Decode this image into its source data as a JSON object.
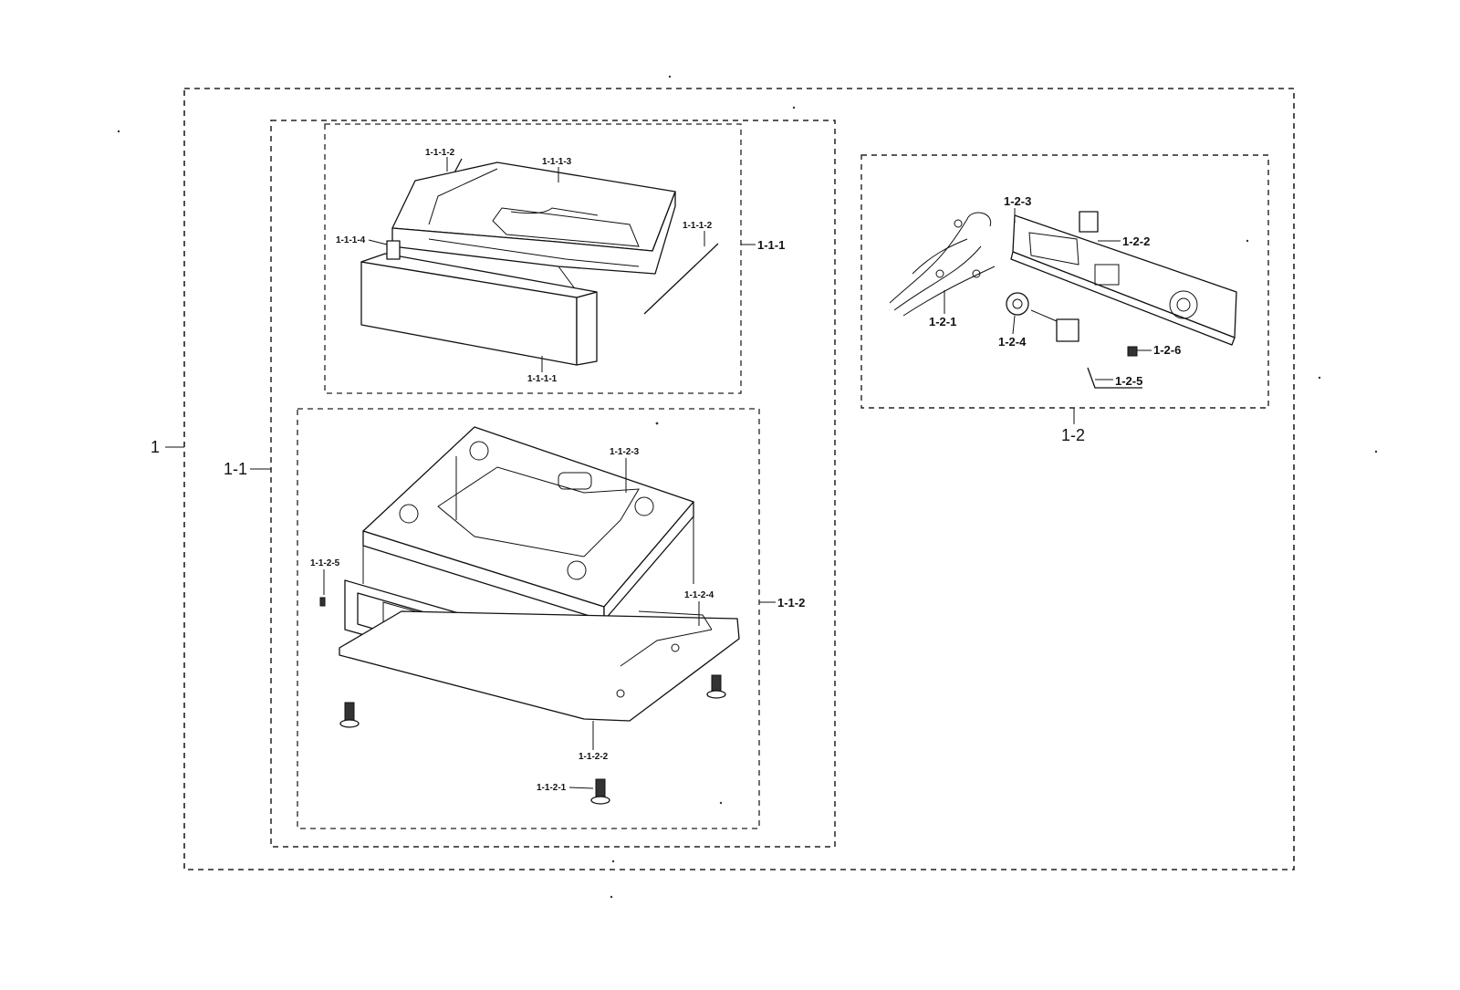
{
  "assembly": {
    "main": "1",
    "sub_left": "1-1",
    "sub_right": "1-2",
    "drawer_group": "1-1-1",
    "base_group": "1-1-2"
  },
  "parts": {
    "p1112a": "1-1-1-2",
    "p1113": "1-1-1-3",
    "p1114": "1-1-1-4",
    "p1112b": "1-1-1-2",
    "p1111": "1-1-1-1",
    "p1123": "1-1-2-3",
    "p1125": "1-1-2-5",
    "p1124": "1-1-2-4",
    "p1122": "1-1-2-2",
    "p1121": "1-1-2-1",
    "p123": "1-2-3",
    "p122": "1-2-2",
    "p121": "1-2-1",
    "p124": "1-2-4",
    "p126": "1-2-6",
    "p125": "1-2-5"
  }
}
